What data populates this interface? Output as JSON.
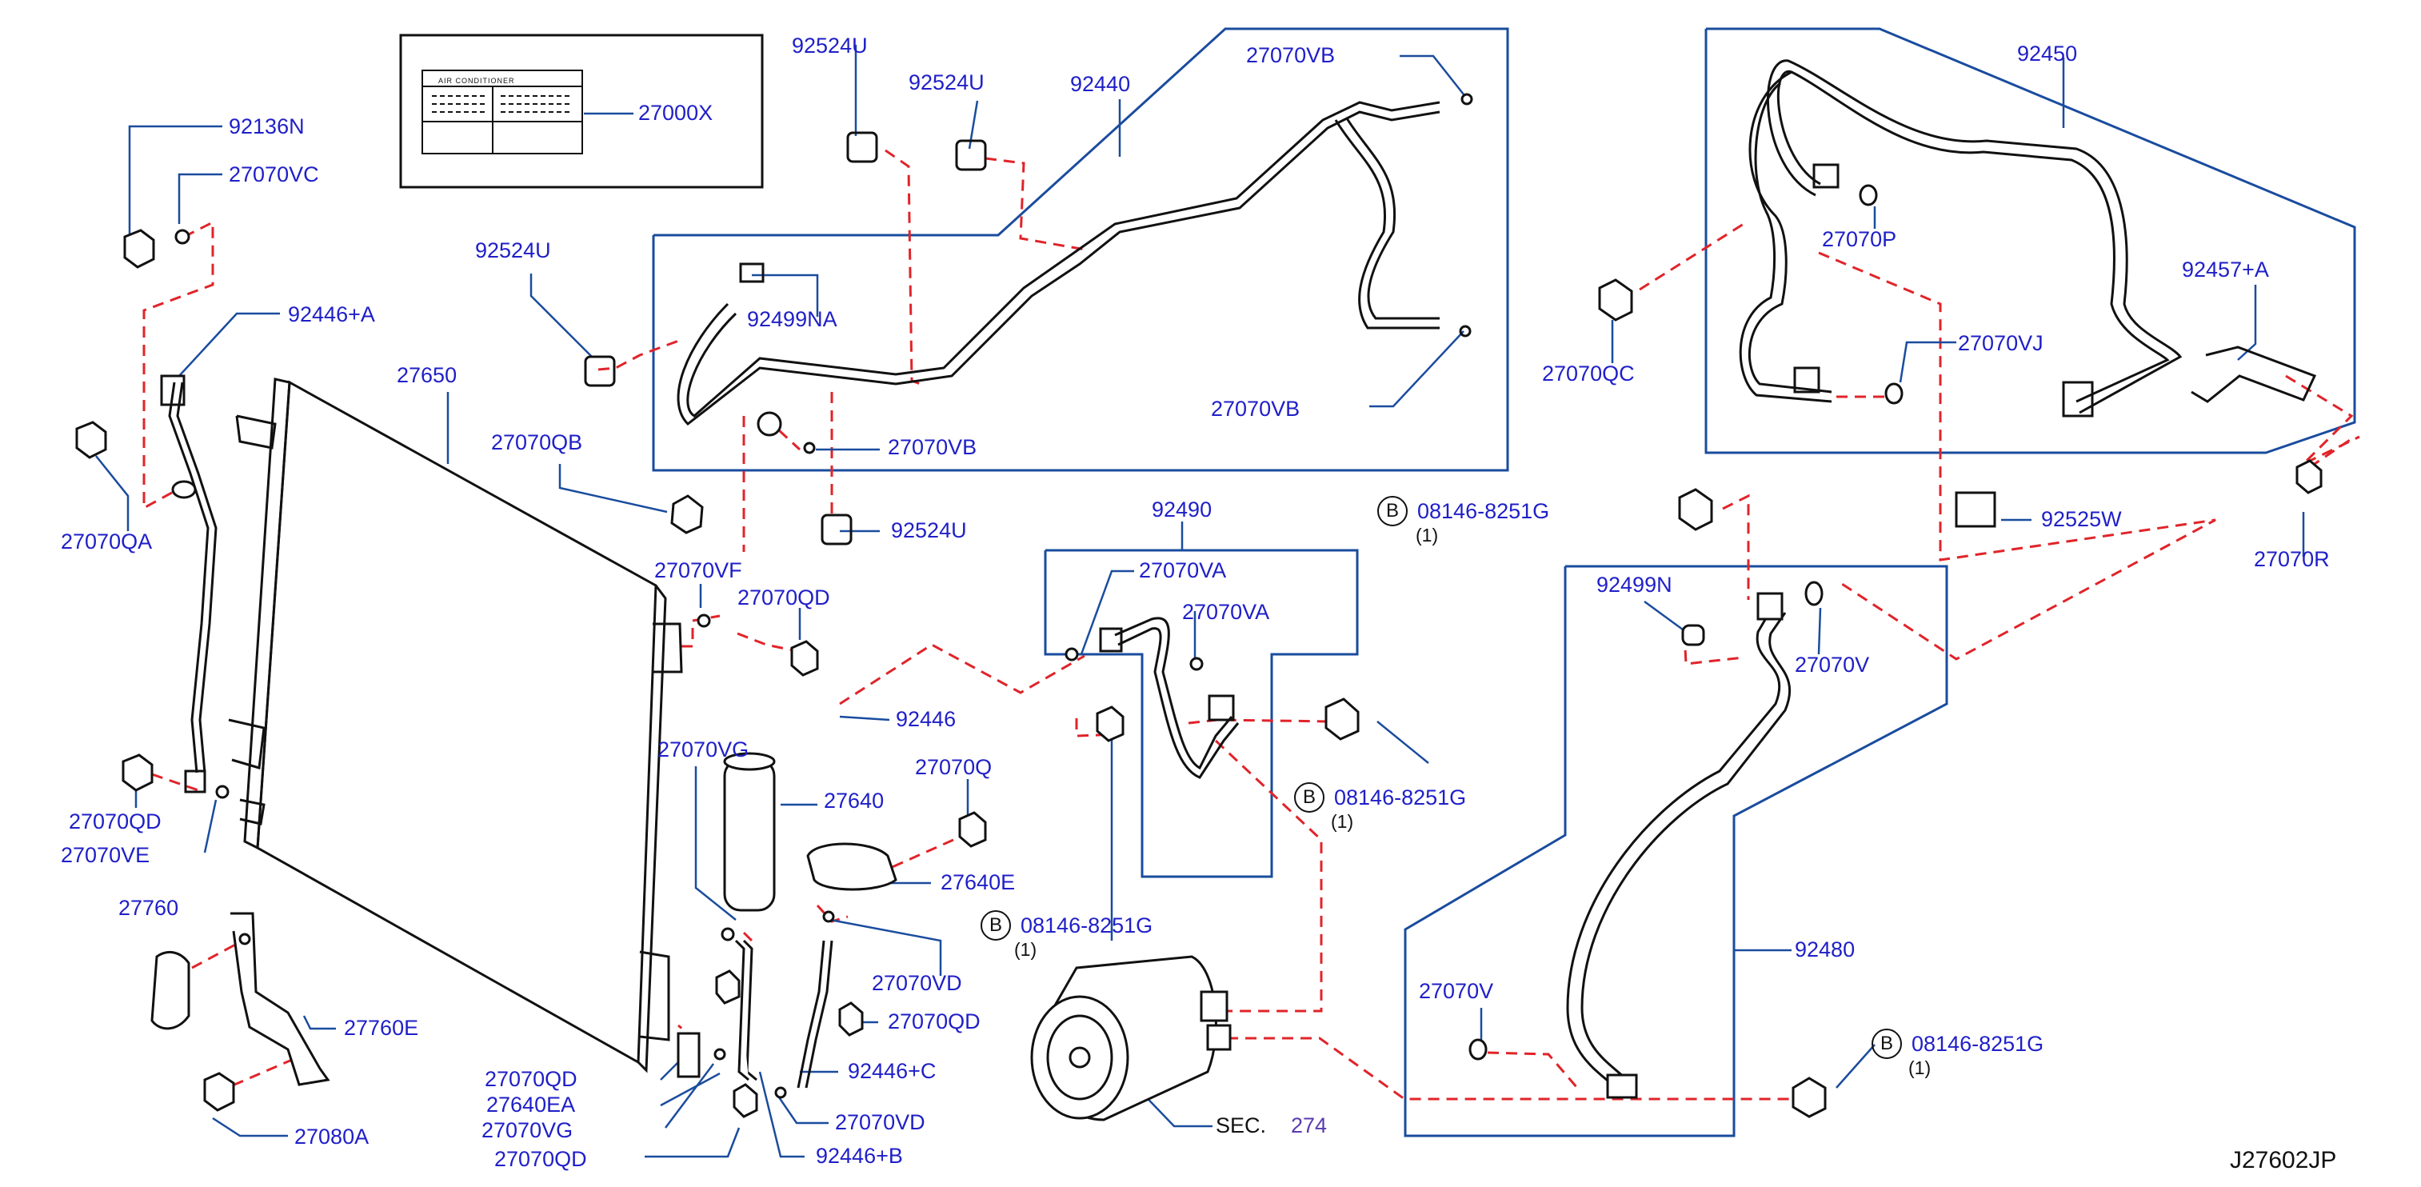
{
  "colors": {
    "callout": "#1f1fc8",
    "outline": "#1a4c9e",
    "dash": "#e0242a",
    "part": "#111111"
  },
  "labels": {
    "p27000X": "27000X",
    "p92136N": "92136N",
    "p27070VC": "27070VC",
    "p92446A": "92446+A",
    "p27070QA": "27070QA",
    "p27650": "27650",
    "p27070QD_left": "27070QD",
    "p27070VE": "27070VE",
    "p27760": "27760",
    "p27760E": "27760E",
    "p27080A": "27080A",
    "p92524U_a": "92524U",
    "p92524U_b": "92524U",
    "p92524U_c": "92524U",
    "p92524U_d": "92524U",
    "p92440": "92440",
    "p27070VB_top": "27070VB",
    "p27070VB_right": "27070VB",
    "p27070VB_mid": "27070VB",
    "p92499NA": "92499NA",
    "p27070QB": "27070QB",
    "p27070VF": "27070VF",
    "p27070QD_mid": "27070QD",
    "p92446": "92446",
    "p27070VG": "27070VG",
    "p27640": "27640",
    "p27070Q": "27070Q",
    "p27640E": "27640E",
    "p27070VD_a": "27070VD",
    "p27070QD_c": "27070QD",
    "p92446C": "92446+C",
    "p27070VD_b": "27070VD",
    "p92446B": "92446+B",
    "p27070QD_b1": "27070QD",
    "p27640EA": "27640EA",
    "p27070VG_b": "27070VG",
    "p27070QD_b2": "27070QD",
    "p92490": "92490",
    "p27070VA_a": "27070VA",
    "p27070VA_b": "27070VA",
    "p08146_a": "08146-8251G",
    "p08146_b": "08146-8251G",
    "p08146_c": "08146-8251G",
    "p08146_d": "08146-8251G",
    "qty1": "(1)",
    "qty2": "(1)",
    "qty3": "(1)",
    "qty4": "(1)",
    "b1": "B",
    "b2": "B",
    "b3": "B",
    "b4": "B",
    "sec": "SEC.",
    "sec_num": "274",
    "p92450": "92450",
    "p27070P": "27070P",
    "p27070QC": "27070QC",
    "p27070VJ": "27070VJ",
    "p92457A": "92457+A",
    "p92525W": "92525W",
    "p27070R": "27070R",
    "p92499N": "92499N",
    "p27070V_a": "27070V",
    "p27070V_b": "27070V",
    "p92480": "92480",
    "code": "J27602JP",
    "ac_label": "AIR    CONDITIONER"
  }
}
